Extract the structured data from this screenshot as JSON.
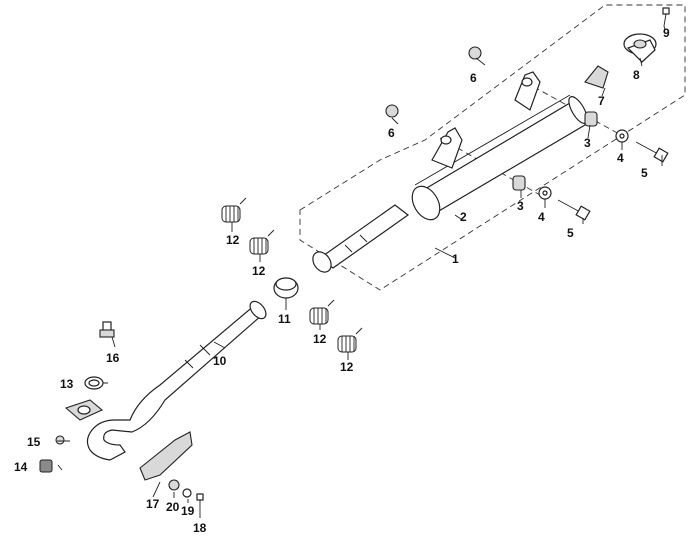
{
  "callouts": {
    "c1": "1",
    "c2": "2",
    "c3a": "3",
    "c3b": "3",
    "c4a": "4",
    "c4b": "4",
    "c5a": "5",
    "c5b": "5",
    "c6a": "6",
    "c6b": "6",
    "c7": "7",
    "c8": "8",
    "c9": "9",
    "c10": "10",
    "c11": "11",
    "c12a": "12",
    "c12b": "12",
    "c12c": "12",
    "c12d": "12",
    "c13": "13",
    "c14": "14",
    "c15": "15",
    "c16": "16",
    "c17": "17",
    "c18": "18",
    "c19": "19",
    "c20": "20"
  }
}
